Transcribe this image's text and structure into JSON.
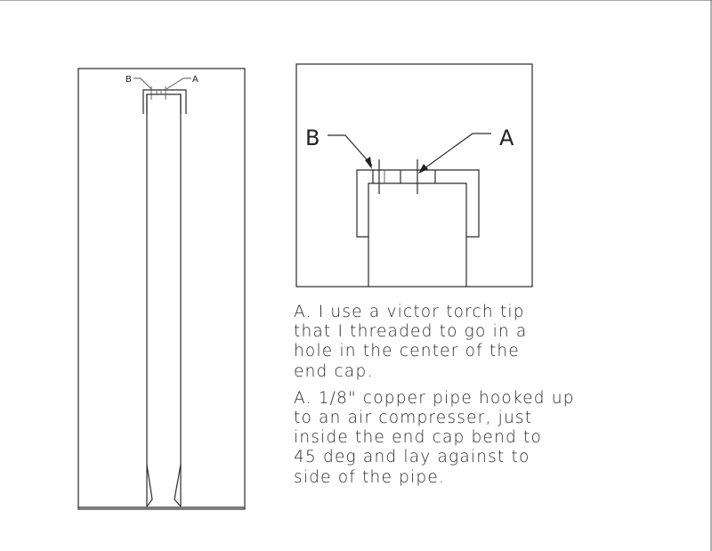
{
  "labels": {
    "b": "B",
    "a": "A"
  },
  "notes": [
    {
      "lines": [
        "A. I use a victor torch tip",
        "that I threaded to go in a",
        "hole in the center of the",
        "end cap."
      ]
    },
    {
      "lines": [
        "A. 1/8\" copper pipe hooked up",
        "to an air compresser, just",
        "inside the end cap bend to",
        "45 deg and lay against to",
        "side of the pipe."
      ]
    }
  ]
}
